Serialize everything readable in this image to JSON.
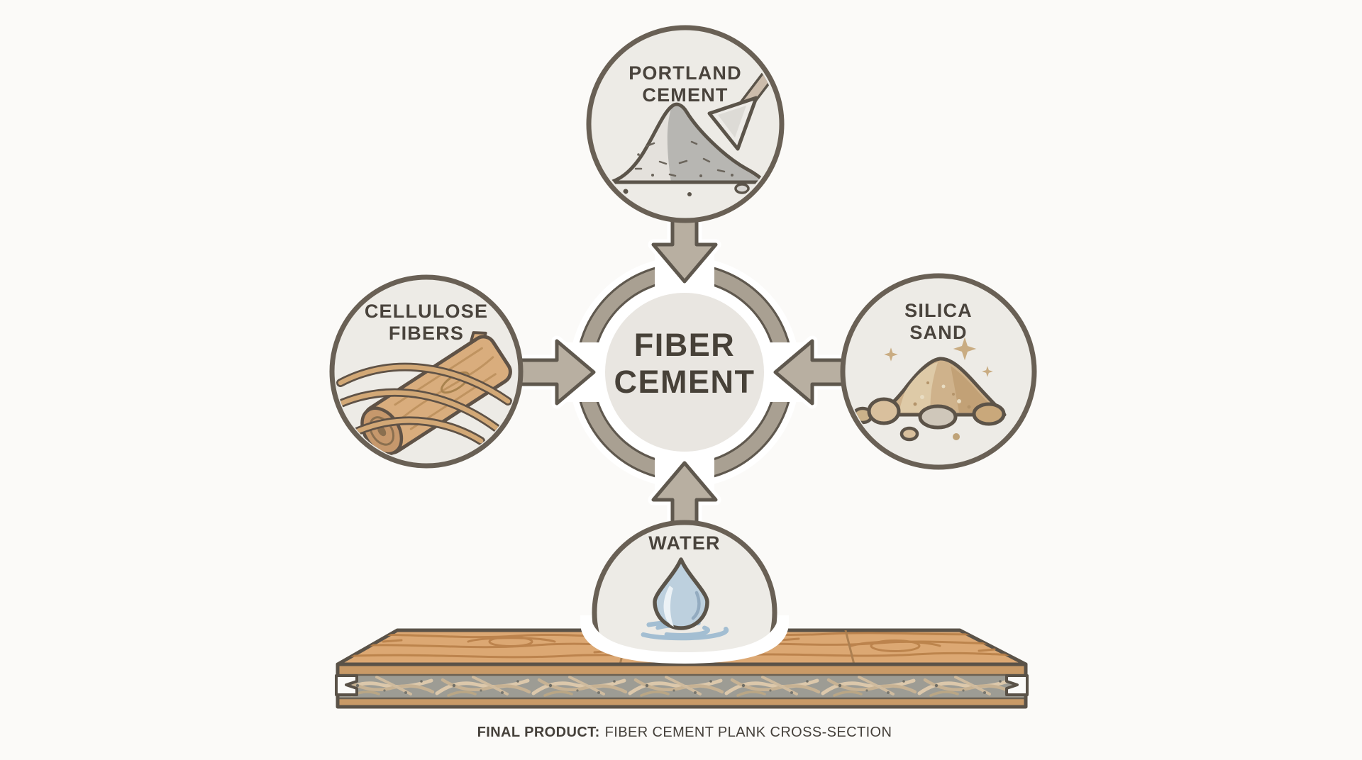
{
  "diagram": {
    "center": {
      "lines": [
        "FIBER",
        "CEMENT"
      ]
    },
    "nodes": [
      {
        "id": "portland-cement",
        "lines": [
          "PORTLAND",
          "CEMENT"
        ],
        "icon": "cement-pile-trowel-icon"
      },
      {
        "id": "cellulose-fibers",
        "lines": [
          "CELLULOSE",
          "FIBERS"
        ],
        "icon": "wood-log-fibers-icon"
      },
      {
        "id": "silica-sand",
        "lines": [
          "SILICA",
          "SAND"
        ],
        "icon": "sand-pile-sparkles-icon"
      },
      {
        "id": "water",
        "lines": [
          "WATER"
        ],
        "icon": "water-drop-ripples-icon"
      }
    ],
    "caption": {
      "prefix": "FINAL PRODUCT:",
      "text": "FIBER CEMENT PLANK CROSS-SECTION"
    },
    "colors": {
      "background": "#FBFAF8",
      "node_fill": "#EDEBE6",
      "node_stroke": "#696055",
      "hub_ring": "#A9A092",
      "arrow_fill": "#B8AFA1",
      "dark_outline": "#5F584E",
      "text": "#49433C",
      "wood_top": "#DCA873",
      "wood_band": "#C99A67",
      "fiber_core": "#9D9C94",
      "water_drop": "#BDD0DE",
      "ripple": "#A3BED2",
      "sand": "#CFB28B"
    }
  }
}
